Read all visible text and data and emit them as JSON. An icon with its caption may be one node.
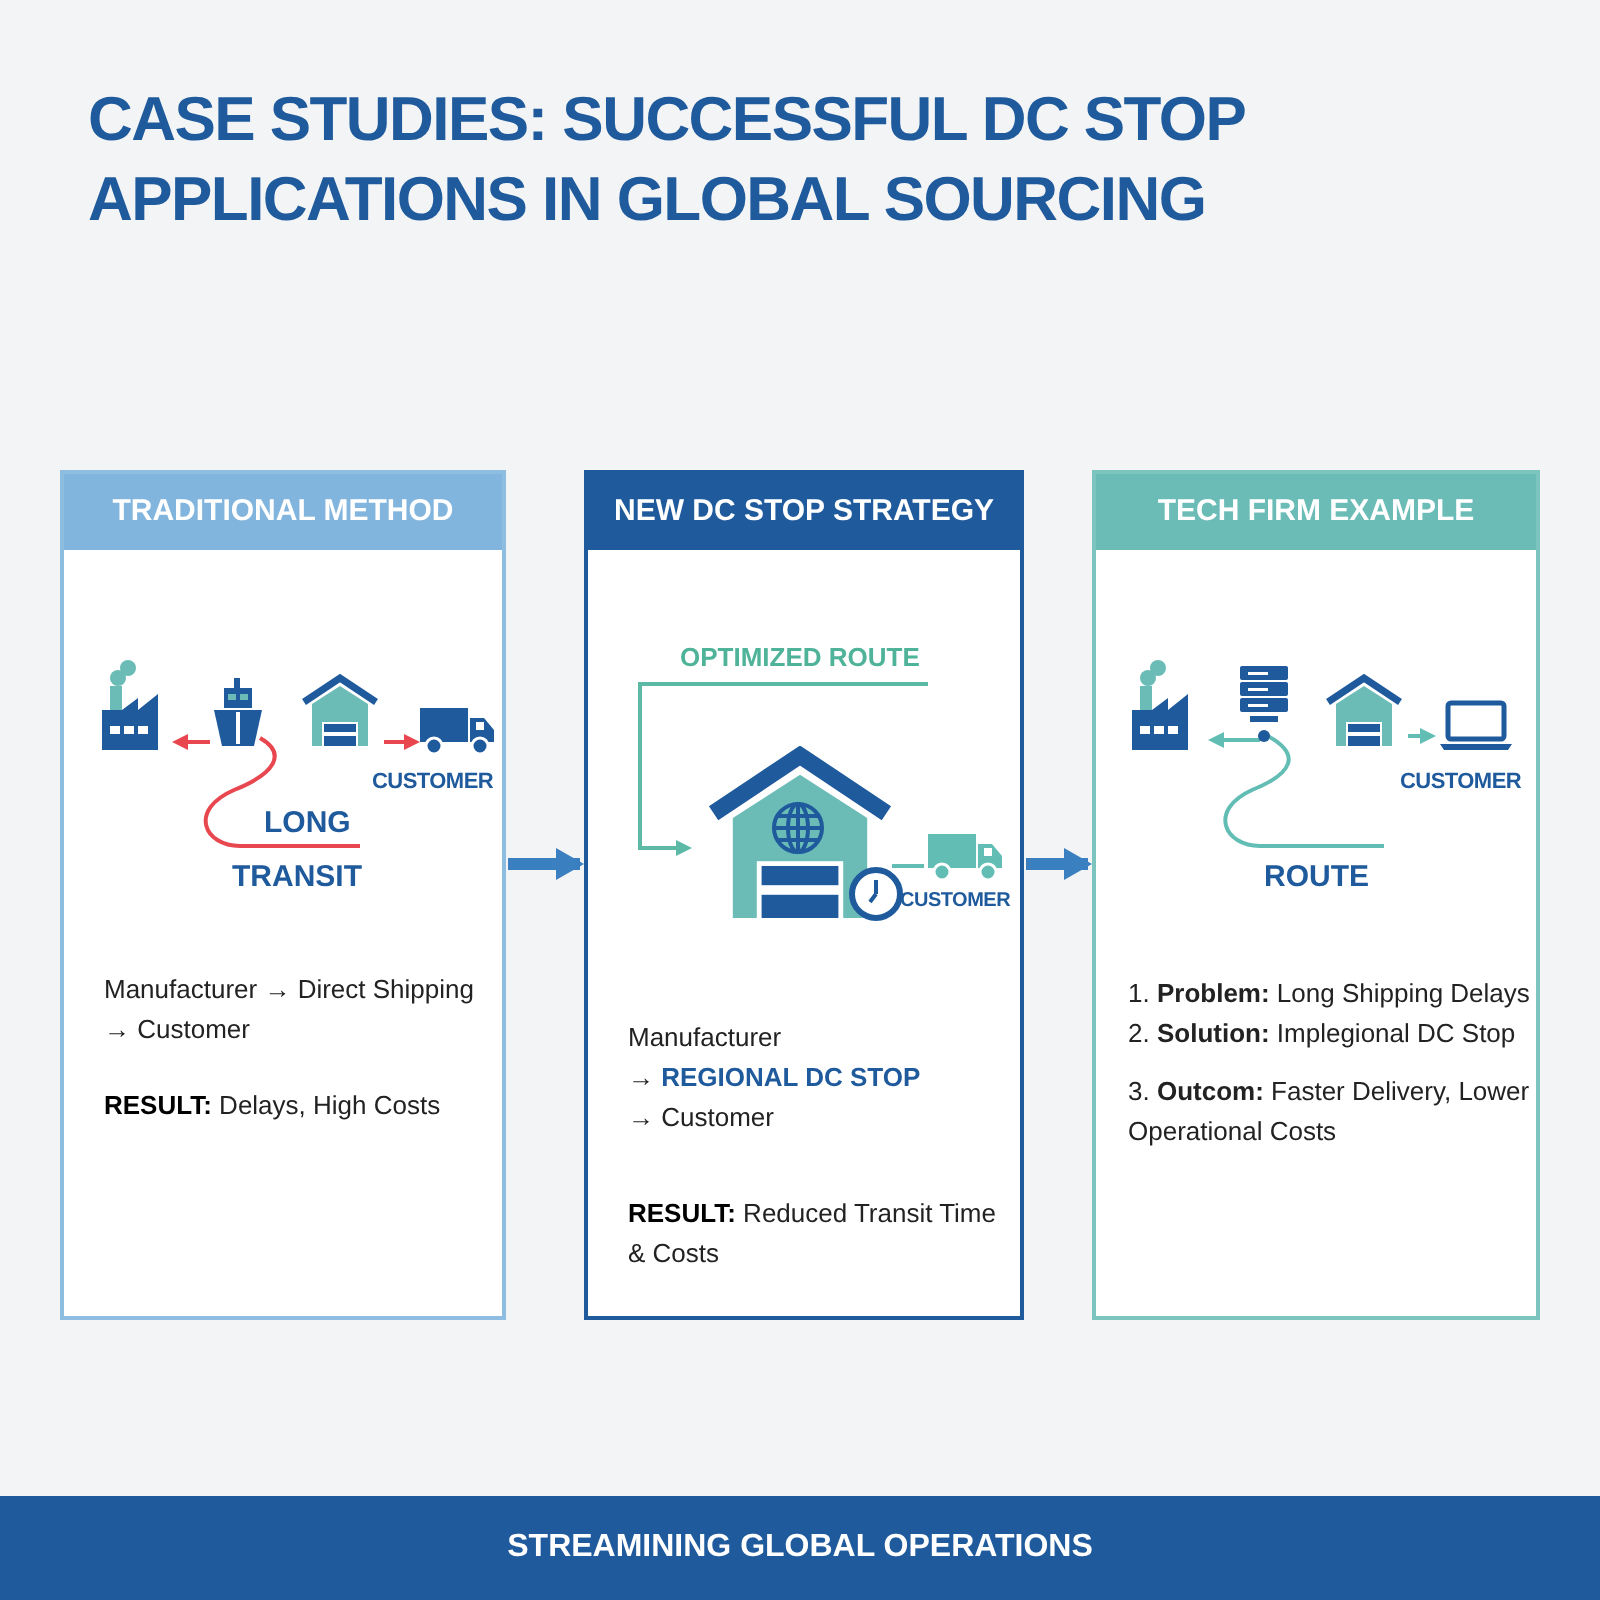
{
  "diagram": {
    "title": "CASE STUDIES: SUCCESSFUL DC STOP APPLICATIONS IN GLOBAL SOURCING",
    "caption": "STREAMINING GLOBAL OPERATIONS",
    "nodes": [
      {
        "text": [
          "TRADITIONAL METHOD",
          "CUSTOMER",
          "LONG",
          "TRANSIT",
          "Manufacturer → Direct Shipping → Customer",
          "**RESULT:** Delays, High Costs"
        ]
      },
      {
        "text": [
          "NEW DC STOP STRATEGY",
          "OPTIMIZED ROUTE",
          "CUSTOMER",
          "Manufacturer",
          "→ **REGIONAL DC STOP**",
          "→ Customer",
          "**RESULT:** Reduced Transit Time & Costs"
        ]
      },
      {
        "text": [
          "TECH FIRM EXAMPLE",
          "CUSTOMER",
          "ROUTE",
          "1. **Problem:** Long Shipping Delays",
          "2. **Solution:** Implegional DC Stop",
          "3. **Outcom:** Faster Delivery, Lower Operational Costs"
        ]
      }
    ],
    "edges": [
      {
        "from": 0,
        "to": 1,
        "arrow": "to"
      },
      {
        "from": 1,
        "to": 2,
        "arrow": "to"
      }
    ]
  }
}
